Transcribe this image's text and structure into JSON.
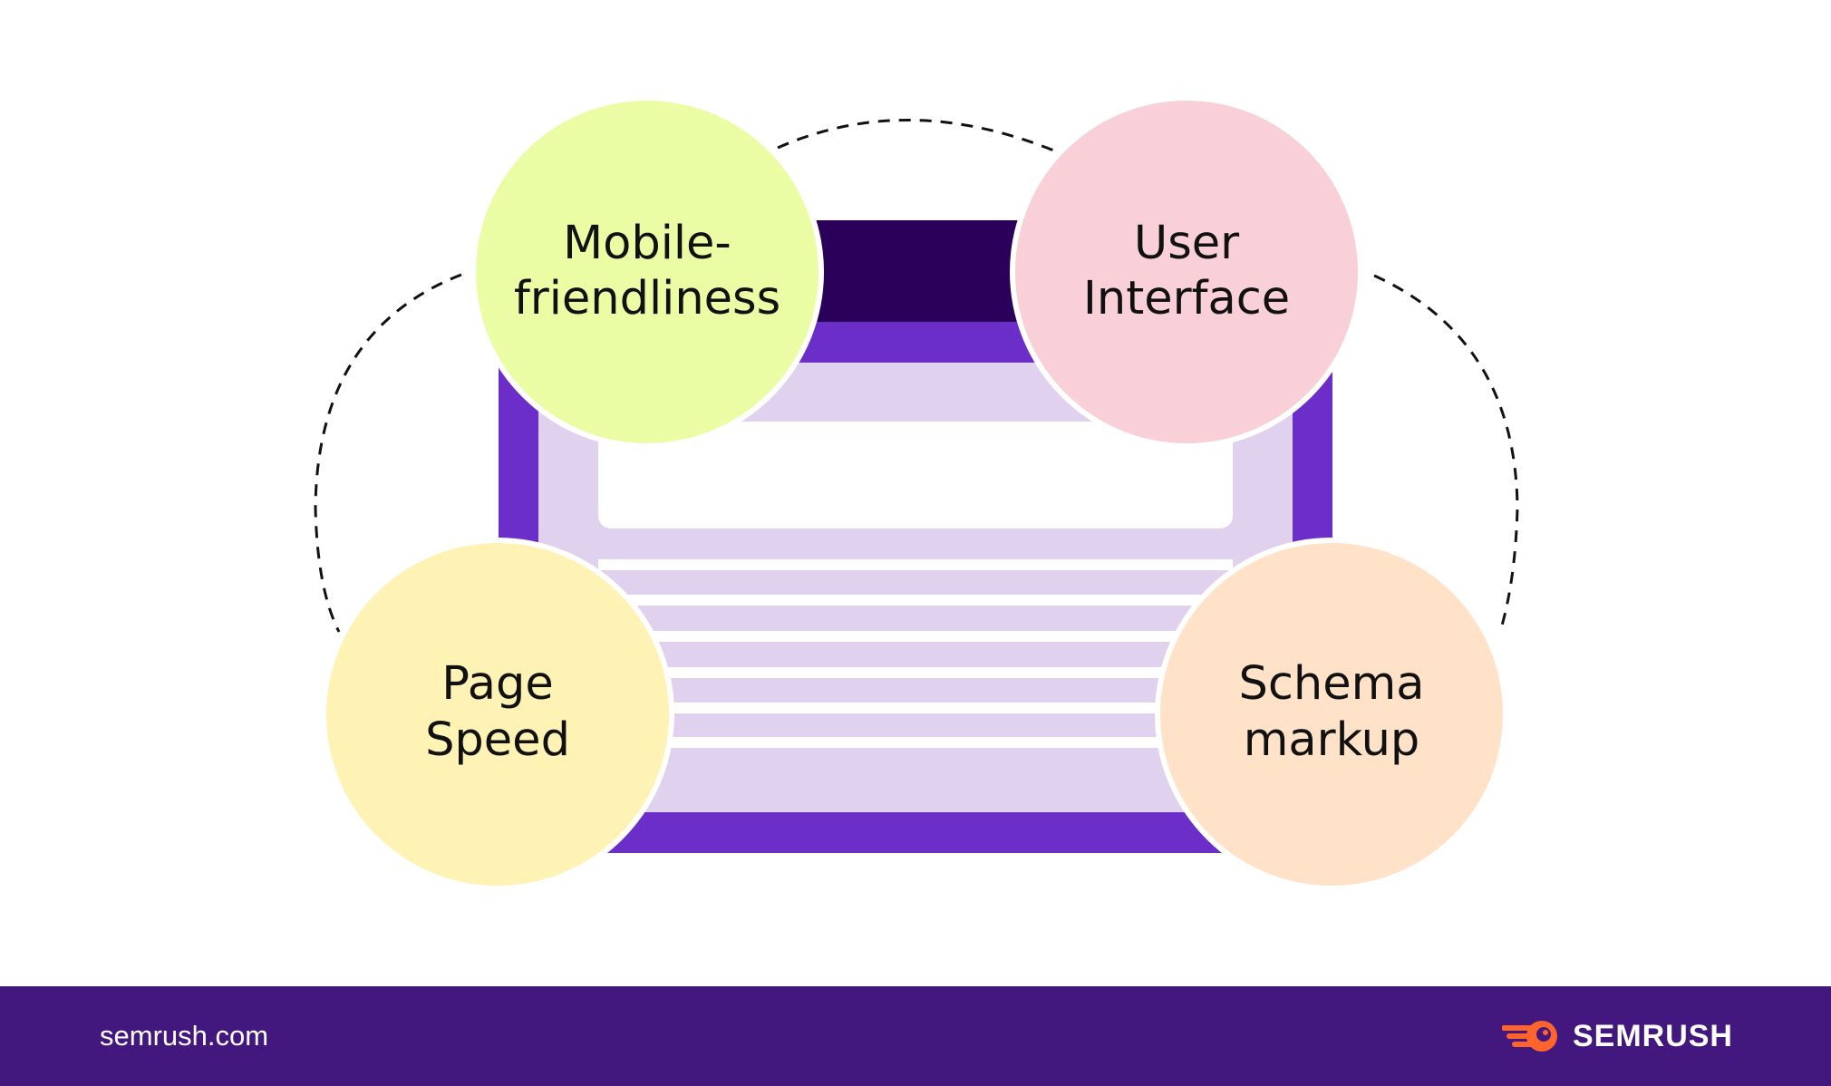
{
  "circles": [
    {
      "line1": "Mobile-",
      "line2": "friendliness",
      "fill": "#eafda5"
    },
    {
      "line1": "User",
      "line2": "Interface",
      "fill": "#f9d0d8"
    },
    {
      "line1": "Page",
      "line2": "Speed",
      "fill": "#fef2b4"
    },
    {
      "line1": "Schema",
      "line2": "markup",
      "fill": "#ffe2c8"
    }
  ],
  "colors": {
    "browser_dark": "#2a005a",
    "browser_purple": "#6b2ec9",
    "browser_lilac": "#e0d2ee",
    "footer_bg": "#42187f",
    "brand_orange": "#ff642d"
  },
  "footer": {
    "site": "semrush.com",
    "brand": "SEMRUSH",
    "brand_icon": "semrush-fire-logo-icon"
  }
}
